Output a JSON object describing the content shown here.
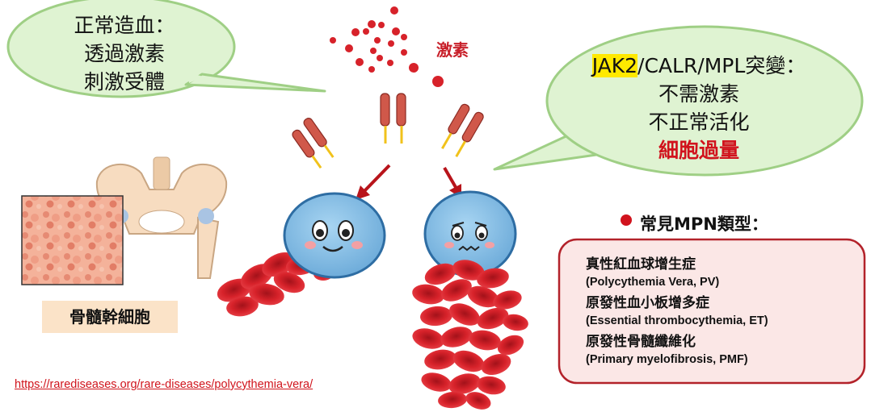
{
  "left_bubble": {
    "line1": "正常造血：",
    "line2": "透過激素",
    "line3": "刺激受體"
  },
  "right_bubble": {
    "gene_highlight": "JAK2",
    "gene_rest": "/CALR/MPL突變：",
    "line2": "不需激素",
    "line3": "不正常活化",
    "line4": "細胞過量"
  },
  "hormone_label": "激素",
  "stem_cell_label": "骨髓幹細胞",
  "mpn": {
    "heading": "常見MPN類型：",
    "items": [
      {
        "zh": "真性紅血球增生症",
        "en": "(Polycythemia Vera, PV)"
      },
      {
        "zh": "原發性血小板增多症",
        "en": "(Essential thrombocythemia, ET)"
      },
      {
        "zh": "原發性骨髓纖維化",
        "en": "(Primary myelofibrosis, PMF)"
      }
    ]
  },
  "source_link": "https://rarediseases.org/rare-diseases/polycythemia-vera/",
  "colors": {
    "bubble_fill": "#dff3d2",
    "bubble_stroke": "#9fcf85",
    "accent_red": "#d1131d",
    "cell_blue": "#8fc4e8",
    "rbc_red": "#d7222a"
  }
}
